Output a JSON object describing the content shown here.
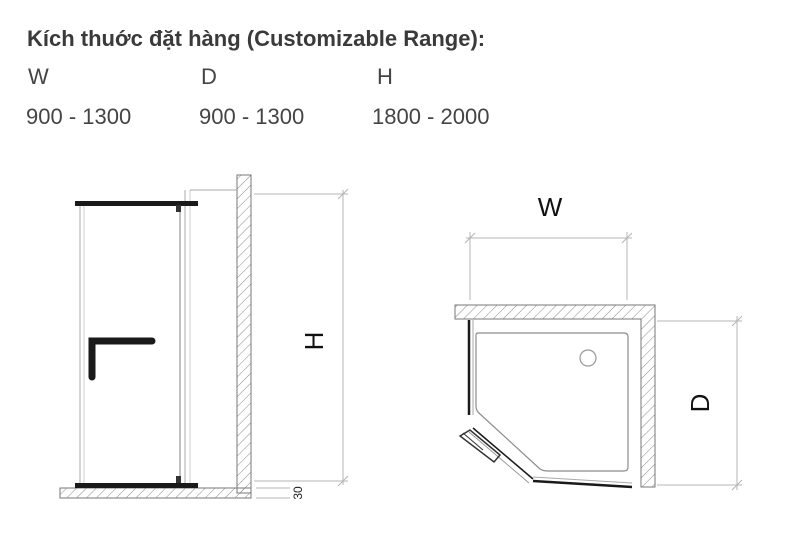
{
  "title": "Kích thuớc đặt hàng (Customizable Range):",
  "dimensions": [
    {
      "label": "W",
      "value": "900 - 1300"
    },
    {
      "label": "D",
      "value": "900 - 1300"
    },
    {
      "label": "H",
      "value": "1800 - 2000"
    }
  ],
  "diagram": {
    "side_height_label": "H",
    "side_gap_label": "30",
    "plan_width_label": "W",
    "plan_depth_label": "D"
  }
}
